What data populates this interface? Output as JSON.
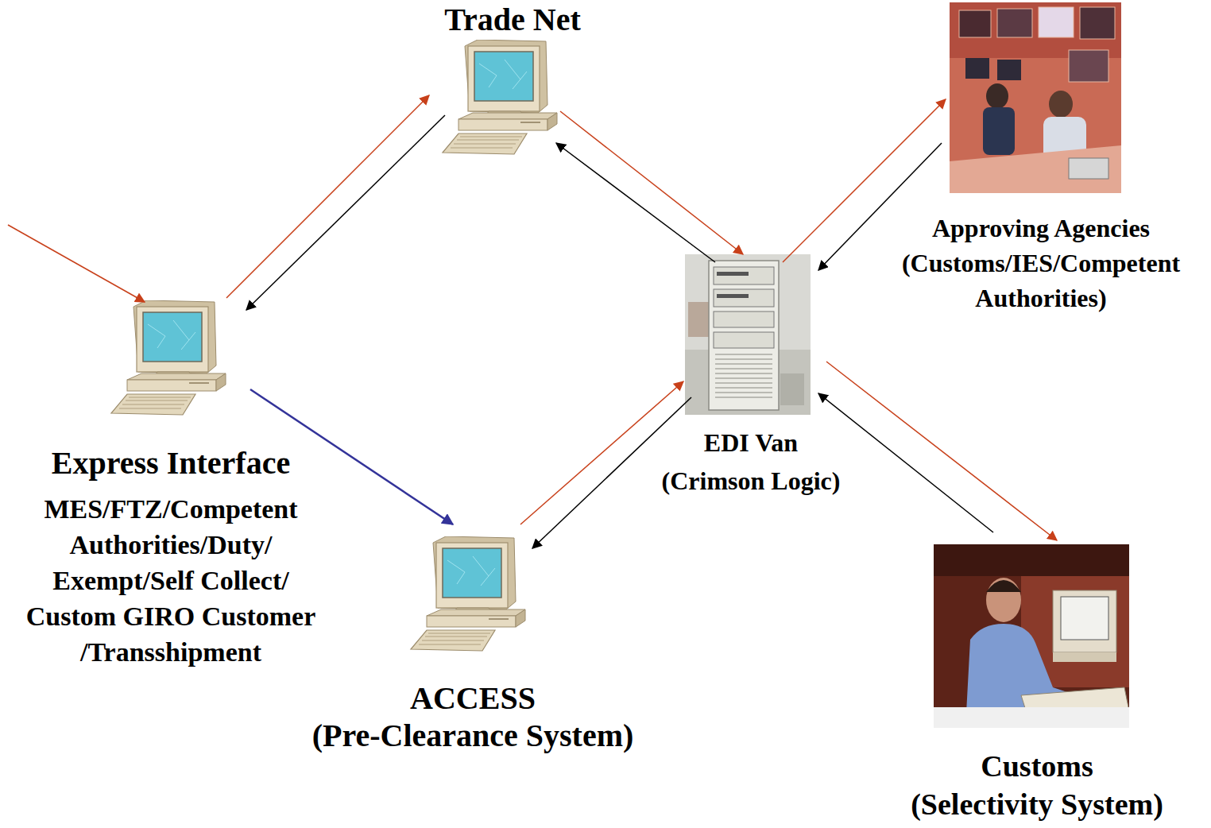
{
  "diagram": {
    "nodes": [
      {
        "text": [
          "Trade Net"
        ]
      },
      {
        "text": [
          "Approving Agencies",
          "(Customs/IES/Competent Authorities)"
        ]
      },
      {
        "text": [
          "Express Interface",
          "MES/FTZ/Competent Authorities/Duty/ Exempt/Self Collect/ Custom GIRO Customer /Transshipment"
        ]
      },
      {
        "text": [
          "EDI Van",
          "(Crimson Logic)"
        ]
      },
      {
        "text": [
          "ACCESS",
          "(Pre-Clearance System)"
        ]
      },
      {
        "text": [
          "Customs",
          "(Selectivity System)"
        ]
      }
    ],
    "edges": [
      {
        "from": 2,
        "to": 0,
        "arrow": "to"
      },
      {
        "from": 0,
        "to": 2,
        "arrow": "to"
      },
      {
        "from": 0,
        "to": 3,
        "arrow": "to"
      },
      {
        "from": 3,
        "to": 0,
        "arrow": "to"
      },
      {
        "from": 2,
        "to": 4,
        "arrow": "to"
      },
      {
        "from": 4,
        "to": 3,
        "arrow": "to"
      },
      {
        "from": 3,
        "to": 4,
        "arrow": "to"
      },
      {
        "from": 3,
        "to": 1,
        "arrow": "to"
      },
      {
        "from": 1,
        "to": 3,
        "arrow": "to"
      },
      {
        "from": 3,
        "to": 5,
        "arrow": "to"
      },
      {
        "from": 5,
        "to": 3,
        "arrow": "to"
      }
    ]
  }
}
